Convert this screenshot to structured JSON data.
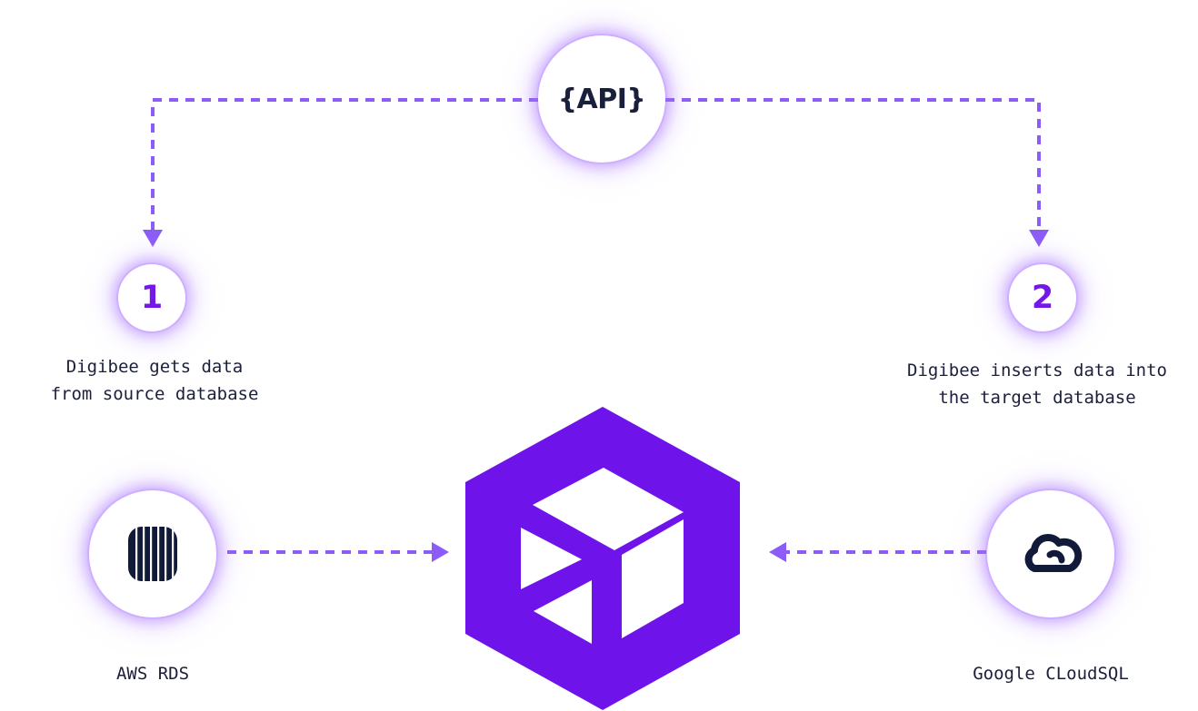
{
  "api": {
    "label": "{API}"
  },
  "steps": [
    {
      "number": "1",
      "caption": [
        "Digibee gets data",
        "from source database"
      ]
    },
    {
      "number": "2",
      "caption": [
        "Digibee inserts data into",
        "the target database"
      ]
    }
  ],
  "source": {
    "label": "AWS RDS",
    "icon": "aws-rds-icon"
  },
  "target": {
    "label": "Google CLoudSQL",
    "icon": "google-cloudsql-icon"
  },
  "hub": {
    "icon": "digibee-logo-icon"
  },
  "colors": {
    "accent": "#7417e8",
    "connector": "#8b5cf6",
    "text": "#1b1f3b",
    "glow": "#a064ff"
  }
}
